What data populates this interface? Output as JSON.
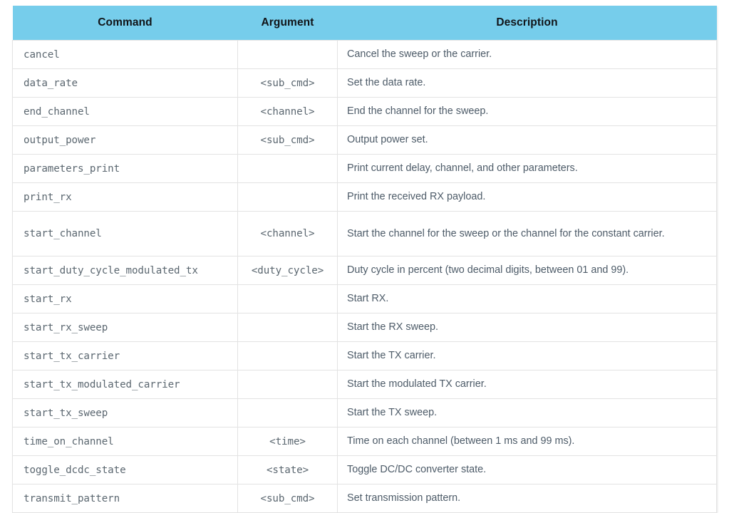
{
  "table": {
    "name": "radio-test-command-reference",
    "columns": [
      {
        "key": "command",
        "label": "Command"
      },
      {
        "key": "argument",
        "label": "Argument"
      },
      {
        "key": "description",
        "label": "Description"
      }
    ],
    "header_background": "#76cdeb",
    "header_text_color": "#111418",
    "body_text_color": "#4d5b68",
    "code_text_color": "#5b6770",
    "border_color": "#e3e3e3",
    "rows": [
      {
        "command": "cancel",
        "argument": "",
        "description": "Cancel the sweep or the carrier."
      },
      {
        "command": "data_rate",
        "argument": "<sub_cmd>",
        "description": "Set the data rate."
      },
      {
        "command": "end_channel",
        "argument": "<channel>",
        "description": "End the channel for the sweep."
      },
      {
        "command": "output_power",
        "argument": "<sub_cmd>",
        "description": "Output power set."
      },
      {
        "command": "parameters_print",
        "argument": "",
        "description": "Print current delay, channel, and other parameters."
      },
      {
        "command": "print_rx",
        "argument": "",
        "description": "Print the received RX payload."
      },
      {
        "command": "start_channel",
        "argument": "<channel>",
        "description": "Start the channel for the sweep or the channel for the constant carrier."
      },
      {
        "command": "start_duty_cycle_modulated_tx",
        "argument": "<duty_cycle>",
        "description": "Duty cycle in percent (two decimal digits, between 01 and 99)."
      },
      {
        "command": "start_rx",
        "argument": "",
        "description": "Start RX."
      },
      {
        "command": "start_rx_sweep",
        "argument": "",
        "description": "Start the RX sweep."
      },
      {
        "command": "start_tx_carrier",
        "argument": "",
        "description": "Start the TX carrier."
      },
      {
        "command": "start_tx_modulated_carrier",
        "argument": "",
        "description": "Start the modulated TX carrier."
      },
      {
        "command": "start_tx_sweep",
        "argument": "",
        "description": "Start the TX sweep."
      },
      {
        "command": "time_on_channel",
        "argument": "<time>",
        "description": "Time on each channel (between 1 ms and 99 ms)."
      },
      {
        "command": "toggle_dcdc_state",
        "argument": "<state>",
        "description": "Toggle DC/DC converter state."
      },
      {
        "command": "transmit_pattern",
        "argument": "<sub_cmd>",
        "description": "Set transmission pattern."
      }
    ]
  }
}
